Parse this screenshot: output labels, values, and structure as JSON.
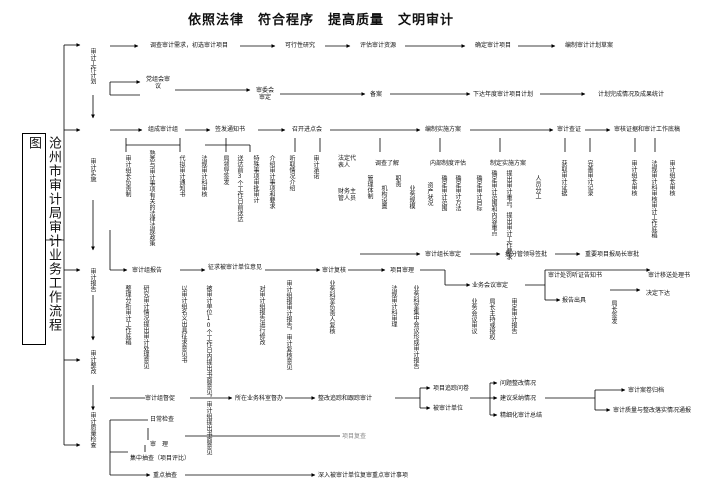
{
  "title": "依照法律　符合程序　提高质量　文明审计",
  "main_label": "沧州市审计局审计业务工作流程图",
  "phases": [
    "审计工作计划",
    "审计实施",
    "审计报告",
    "审计整改",
    "审计质量检查"
  ],
  "plan_row1": [
    "调查审计需求，初选审计项目",
    "可行性研究",
    "评估审计资源",
    "确定审计项目",
    "编制审计计划草案"
  ],
  "plan_row2": [
    "党组会审议",
    "审委会审定",
    "备案",
    "下达年度审计项目计划",
    "计划完成情况及成果统计"
  ],
  "impl_headers": [
    "组成审计组",
    "签发通知书",
    "召开进点会",
    "编制实施方案",
    "审计查证",
    "审核证据和审计工作底稿"
  ],
  "impl_notice": [
    "审计组长负责制",
    "代拟审计通知书",
    "熟悉与审计事项有关的法律法规政策",
    "法规审计科审核",
    "局领导签发",
    "送达前3个工作日前送达"
  ],
  "impl_entry": [
    "特殊事项审批审计",
    "介绍审计事项和要求",
    "听取情况介绍",
    "审计承诺"
  ],
  "impl_parties": [
    "法定代表人",
    "财务主管人员"
  ],
  "impl_survey": [
    "调查了解",
    "内部制度评估",
    "制定实施方案"
  ],
  "impl_survey_items": [
    "管理体制",
    "机构设置",
    "职责",
    "业务规模",
    "资产状况",
    "确定审计范围",
    "确定审计方法",
    "确定审计目标",
    "确定审计范围和内容重点",
    "提出审计重点，提出审计工作要求"
  ],
  "impl_survey_extra": [
    "人员分工"
  ],
  "impl_approval": [
    "审计组长审定",
    "报分管领导签批",
    "重要项目报局长审批"
  ],
  "impl_check": [
    "获取审计证据",
    "完善审计记录",
    "审计组长审核"
  ],
  "impl_review": [
    "法规审计科审核审计工作底稿",
    "审计组长审核"
  ],
  "report_flow": [
    "审计组报告",
    "征求被审计单位意见",
    "审计复核",
    "项目审理",
    "业务会议审定",
    "审计处罚听证告知书",
    "审计移送处理书",
    "报告出具",
    "决定下达"
  ],
  "report_items": [
    "整理分析审计工作底稿",
    "研究审计情况提出审计处理意见",
    "以审计组名义出具征求意见书",
    "被审计单位10个工作日内提出书面意见，审计组提出书面意见",
    "对审计组报告进行修改",
    "审计组报审计报告，审计复核意见",
    "业务科室负责人复核",
    "法规审计科审理",
    "业务科室集中会议形成审计报告",
    "业务会议审议",
    "局长主持或授权",
    "审定审计报告",
    "局长签发"
  ],
  "rectify": [
    "审计组督促",
    "所在业务科室督办",
    "整改追踪和跟踪审计",
    "被审计单位",
    "项目追踪问卷",
    "问题整改情况",
    "建议采纳情况",
    "精细化审计总结",
    "审计案卷归档",
    "审计质量与整改落实情况通报"
  ],
  "quality": [
    "日常检查",
    "审　理",
    "集中抽查（项目评比）",
    "重点抽查",
    "项目复查",
    "深入被审计单位复审重点审计事项"
  ]
}
